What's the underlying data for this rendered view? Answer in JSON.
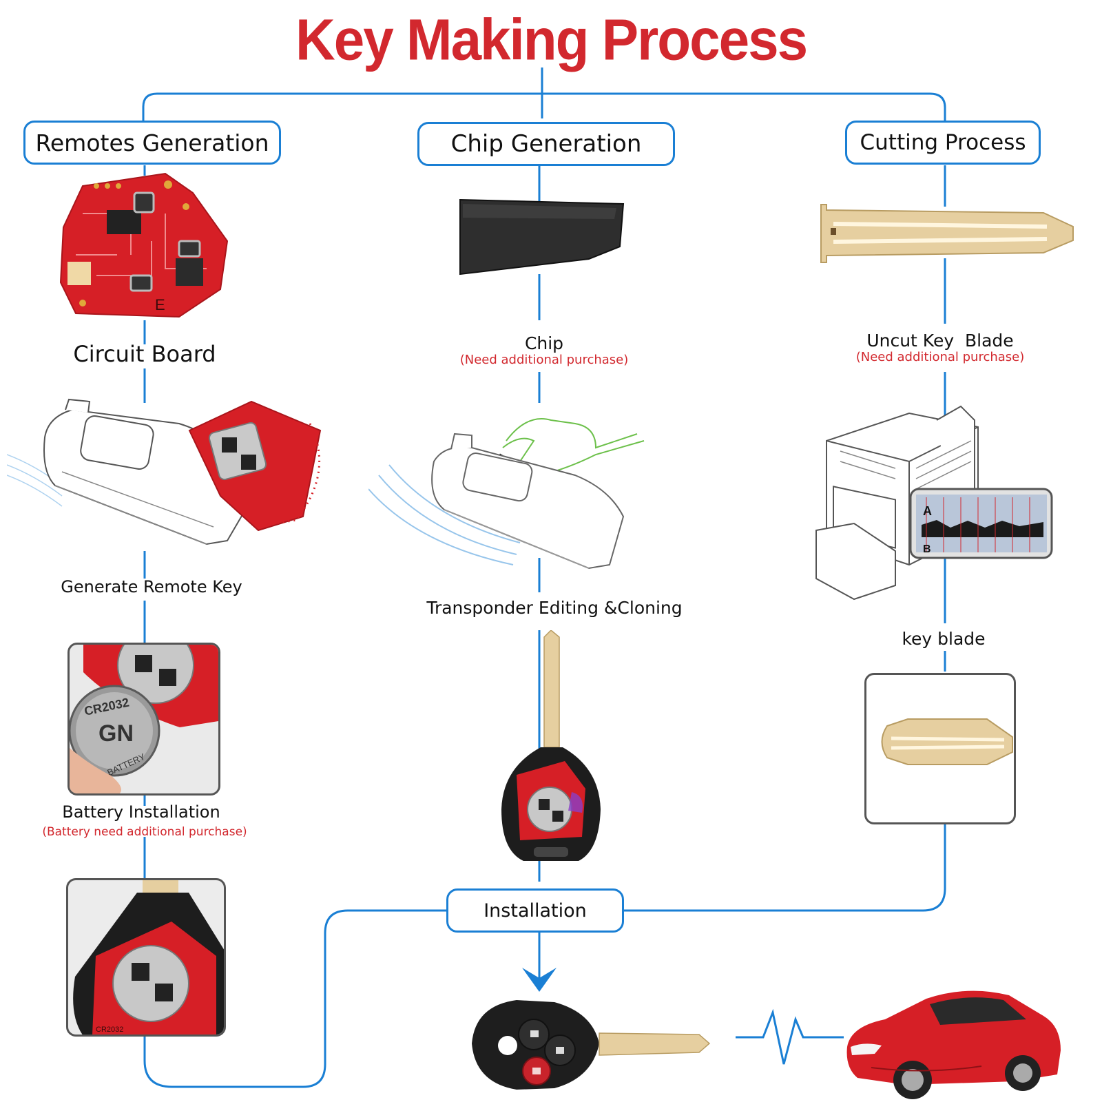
{
  "title": "Key Making Process",
  "columns": {
    "remotes": {
      "header": "Remotes Generation",
      "steps": [
        {
          "label": "Circuit Board"
        },
        {
          "label": "Generate Remote Key"
        },
        {
          "label": "Battery Installation",
          "note": "(Battery need additional purchase)"
        }
      ]
    },
    "chip": {
      "header": "Chip Generation",
      "steps": [
        {
          "label": "Chip",
          "note": "(Need additional purchase)"
        },
        {
          "label": "Transponder Editing &Cloning"
        }
      ]
    },
    "cutting": {
      "header": "Cutting Process",
      "steps": [
        {
          "label": "Uncut Key  Blade",
          "note": "(Need additional purchase)"
        },
        {
          "label": "key blade"
        }
      ]
    }
  },
  "installation": "Installation",
  "pcb_text": {
    "board_letter": "E",
    "battery": "CR2032",
    "battery_brand": "GN",
    "battery_word": "BATTERY"
  },
  "cutter_markers": {
    "a": "A",
    "b": "B"
  },
  "colors": {
    "accent_blue": "#1a7fd4",
    "title_red": "#d2282e",
    "pcb_red": "#d61f26",
    "blade_gold": "#e6cfa0"
  }
}
